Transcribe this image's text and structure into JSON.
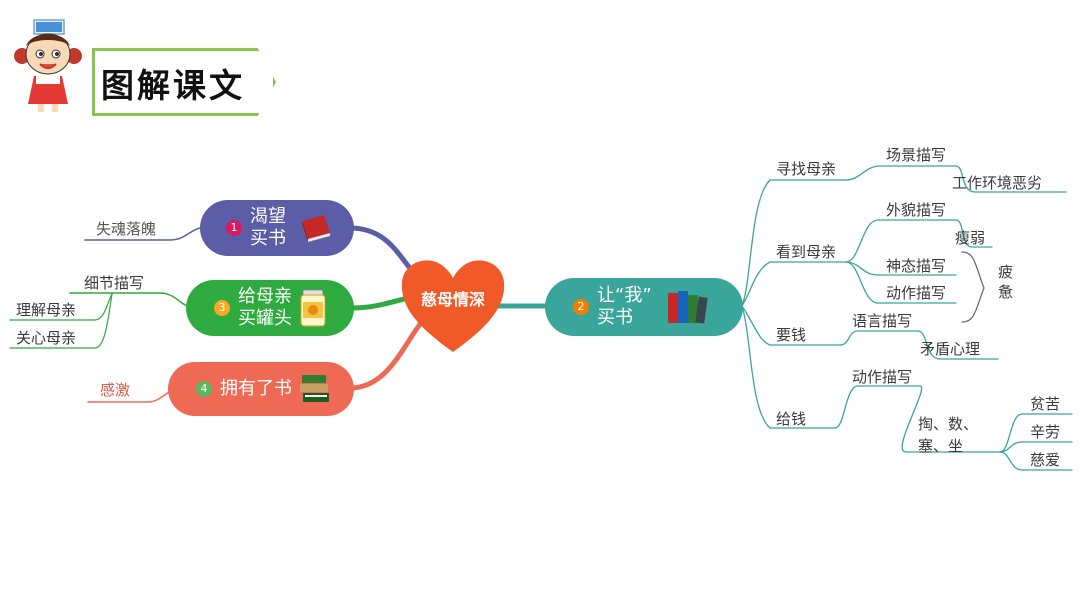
{
  "header": {
    "title": "图解课文"
  },
  "center": {
    "label": "慈母情深"
  },
  "left_branches": [
    {
      "num": "1",
      "line1": "渴望",
      "line2": "买书",
      "color": "#5b5ea6",
      "icon": "book-icon"
    },
    {
      "num": "3",
      "line1": "给母亲",
      "line2": "买罐头",
      "color": "#2eaa3e",
      "icon": "jar-icon"
    },
    {
      "num": "4",
      "line1": "拥有了书",
      "line2": "",
      "color": "#ee6a55",
      "icon": "books-stack-icon"
    }
  ],
  "left_leaves": {
    "b1": "失魂落魄",
    "b3_top": "细节描写",
    "b3_a": "理解母亲",
    "b3_b": "关心母亲",
    "b4": "感激"
  },
  "right_branch": {
    "num": "2",
    "line1": "让“我”",
    "line2": "买书",
    "color": "#3aa59a",
    "icon": "books-upright-icon"
  },
  "right_tree": {
    "find": {
      "label": "寻找母亲",
      "a": "场景描写",
      "b": "工作环境恶劣"
    },
    "see": {
      "label": "看到母亲",
      "a": "外貌描写",
      "a1": "瘦弱",
      "b": "神态描写",
      "c": "动作描写",
      "tired": "疲惫"
    },
    "ask": {
      "label": "要钱",
      "a": "语言描写",
      "b": "矛盾心理"
    },
    "give": {
      "label": "给钱",
      "a": "动作描写",
      "b": "掏、数、塞、坐",
      "c1": "贫苦",
      "c2": "辛劳",
      "c3": "慈爱"
    }
  },
  "colors": {
    "accent_green": "#8bc34a",
    "center_heart": "#f05a28",
    "line_teal": "#3aa59a"
  }
}
